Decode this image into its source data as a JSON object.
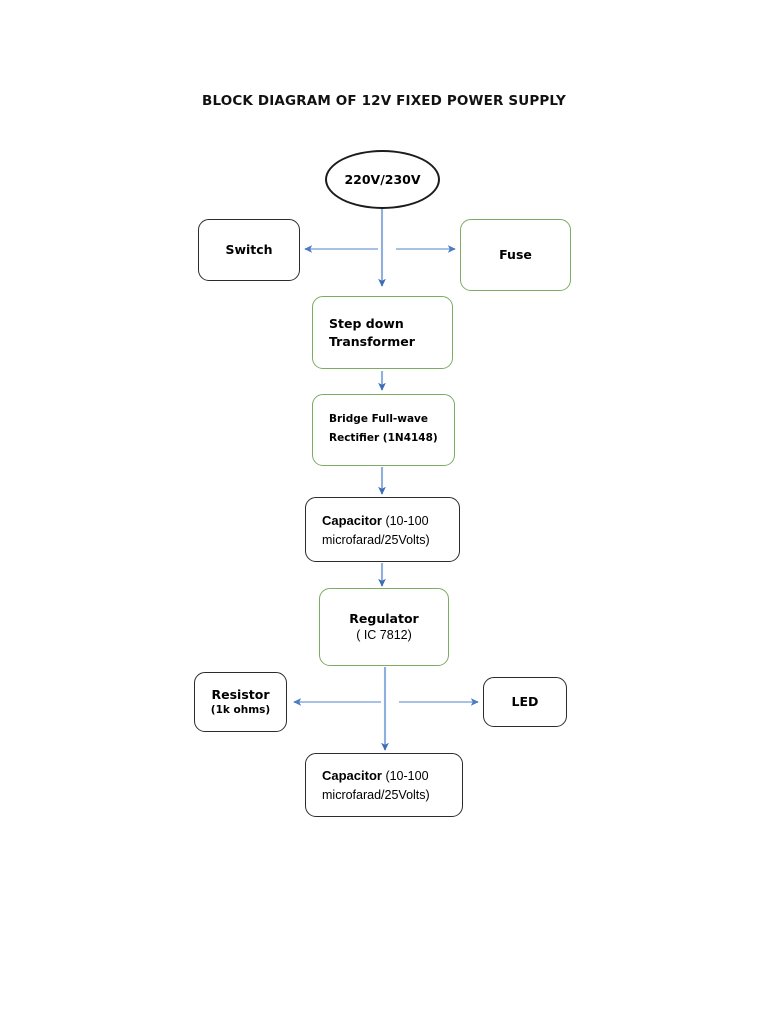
{
  "title": "BLOCK DIAGRAM OF 12V FIXED POWER SUPPLY",
  "colors": {
    "accent_green": "#7cab63",
    "border_dark": "#2b2b2b",
    "arrow_blue": "#5b86c8",
    "arrow_blue_light": "#a8c2e6",
    "background": "#ffffff",
    "text": "#000000"
  },
  "nodes": {
    "source": {
      "label": "220V/230V",
      "shape": "ellipse",
      "border": "dark"
    },
    "switch": {
      "label": "Switch",
      "shape": "rounded-rect",
      "border": "dark"
    },
    "fuse": {
      "label": "Fuse",
      "shape": "rounded-rect",
      "border": "green"
    },
    "transformer": {
      "line1": "Step down",
      "line2": "Transformer",
      "shape": "rounded-rect",
      "border": "green"
    },
    "rectifier": {
      "line1": "Bridge Full-wave",
      "line2_bold": "Rectifier",
      "line2_rest": " (1N4148)",
      "shape": "rounded-rect",
      "border": "green"
    },
    "capacitor_1": {
      "line1_bold": "Capacitor",
      "line1_rest": " (10-100",
      "line2": "microfarad/25Volts)",
      "shape": "rounded-rect",
      "border": "dark"
    },
    "regulator": {
      "line1": "Regulator",
      "line2": "( IC 7812)",
      "shape": "rounded-rect",
      "border": "green"
    },
    "resistor": {
      "line1": "Resistor",
      "line2": "(1k ohms)",
      "shape": "rounded-rect",
      "border": "dark"
    },
    "led": {
      "label": "LED",
      "shape": "rounded-rect",
      "border": "dark"
    },
    "capacitor_2": {
      "line1_bold": "Capacitor",
      "line1_rest": " (10-100",
      "line2": "microfarad/25Volts)",
      "shape": "rounded-rect",
      "border": "dark"
    }
  },
  "connections": [
    {
      "from": "source",
      "to": "switch",
      "direction": "left",
      "style": "arrow"
    },
    {
      "from": "source",
      "to": "fuse",
      "direction": "right",
      "style": "arrow"
    },
    {
      "from": "source",
      "to": "transformer",
      "direction": "down",
      "style": "arrow"
    },
    {
      "from": "transformer",
      "to": "rectifier",
      "direction": "down",
      "style": "arrow"
    },
    {
      "from": "rectifier",
      "to": "capacitor_1",
      "direction": "down",
      "style": "arrow"
    },
    {
      "from": "capacitor_1",
      "to": "regulator",
      "direction": "down",
      "style": "arrow"
    },
    {
      "from": "regulator",
      "to": "resistor",
      "direction": "left",
      "style": "arrow"
    },
    {
      "from": "regulator",
      "to": "led",
      "direction": "right",
      "style": "arrow"
    },
    {
      "from": "regulator",
      "to": "capacitor_2",
      "direction": "down",
      "style": "arrow"
    }
  ]
}
